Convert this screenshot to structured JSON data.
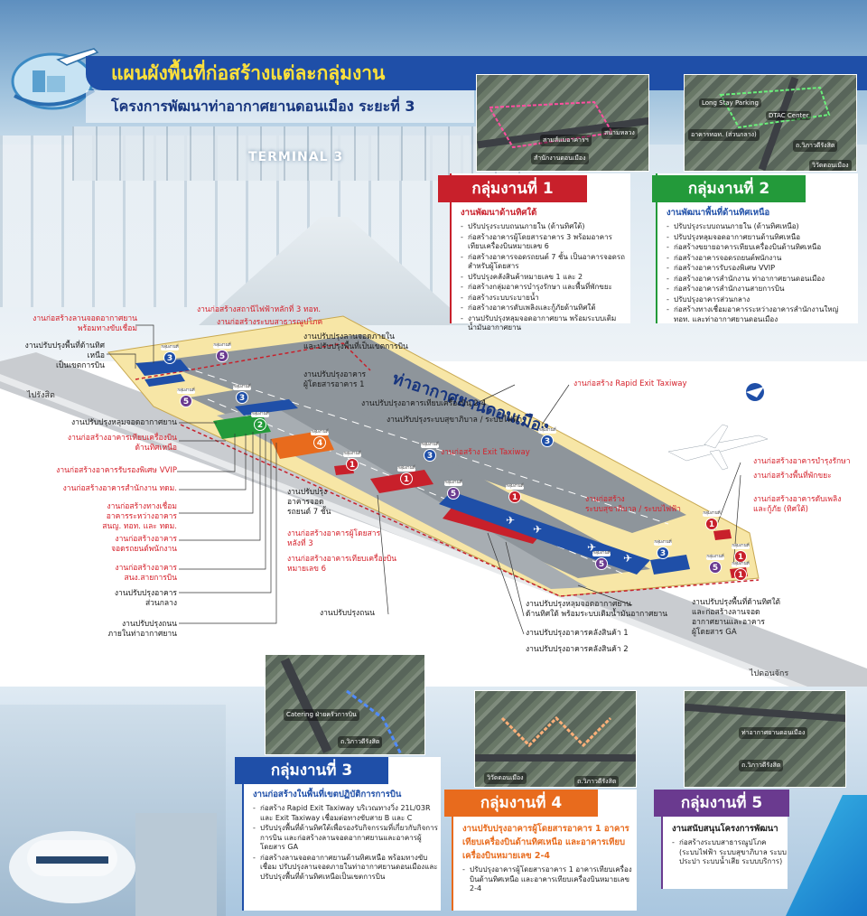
{
  "header": {
    "title": "แผนผังพื้นที่ก่อสร้างแต่ละกลุ่มงาน",
    "subtitle": "โครงการพัฒนาท่าอากาศยานดอนเมือง ระยะที่ 3",
    "terminal_label": "TERMINAL 3"
  },
  "colors": {
    "group1": "#c8202b",
    "group2": "#239a3a",
    "group3": "#1f4fa8",
    "group4": "#e86b1d",
    "group5": "#6a3a8f",
    "title_bar": "#1f4fa8",
    "title_text": "#ffe13a"
  },
  "groups": [
    {
      "heading": "กลุ่มงานที่ 1",
      "subheading": "งานพัฒนาด้านทิศใต้",
      "photo_labels": [
        "สามส์แมอาคารฯ",
        "สนามหลวง",
        "สำนักงานดอนเมือง"
      ],
      "items": [
        "ปรับปรุงระบบถนนภายใน (ด้านทิศใต้)",
        "ก่อสร้างอาคารผู้โดยสารอาคาร 3 พร้อมอาคารเทียบเครื่องบินหมายเลข 6",
        "ก่อสร้างอาคารจอดรถยนต์ 7 ชั้น เป็นอาคารจอดรถสำหรับผู้โดยสาร",
        "ปรับปรุงคลังสินค้าหมายเลข 1 และ 2",
        "ก่อสร้างกลุ่มอาคารบำรุงรักษา และพื้นที่พักขยะ",
        "ก่อสร้างระบบระบายน้ำ",
        "ก่อสร้างอาคารดับเพลิงและกู้ภัยด้านทิศใต้",
        "งานปรับปรุงหลุมจอดอากาศยาน พร้อมระบบเติมน้ำมันอากาศยาน"
      ]
    },
    {
      "heading": "กลุ่มงานที่ 2",
      "subheading": "งานพัฒนาพื้นที่ด้านทิศเหนือ",
      "photo_labels": [
        "Long Stay Parking",
        "DTAC Center",
        "อาคารทอท. (ส่วนกลาง)",
        "ถ.วิภาวดีรังสิต",
        "วิวัดดอนเมือง"
      ],
      "items": [
        "ปรับปรุงระบบถนนภายใน (ด้านทิศเหนือ)",
        "ปรับปรุงหลุมจอดอากาศยานด้านทิศเหนือ",
        "ก่อสร้างขยายอาคารเทียบเครื่องบินด้านทิศเหนือ",
        "ก่อสร้างอาคารจอดรถยนต์พนักงาน",
        "ก่อสร้างอาคารรับรองพิเศษ VVIP",
        "ก่อสร้างอาคารสำนักงาน ท่าอากาศยานดอนเมือง",
        "ก่อสร้างอาคารสำนักงานสายการบิน",
        "ปรับปรุงอาคารส่วนกลาง",
        "ก่อสร้างทางเชื่อมอาคารระหว่างอาคารสำนักงานใหญ่ ทอท. และท่าอากาศยานดอนเมือง"
      ]
    },
    {
      "heading": "กลุ่มงานที่ 3",
      "subheading": "งานก่อสร้างในพื้นที่เขตปฏิบัติการการบิน",
      "photo_labels": [
        "Catering ฝ่ายครัวการบิน",
        "ถ.วิภาวดีรังสิต"
      ],
      "items": [
        "ก่อสร้าง Rapid Exit Taxiway บริเวณทางวิ่ง 21L/03R และ Exit Taxiway เชื่อมต่อทางขับสาย B และ C",
        "ปรับปรุงพื้นที่ด้านทิศใต้เพื่อรองรับกิจกรรมที่เกี่ยวกับกิจการการบิน และก่อสร้างลานจอดอากาศยานและอาคารผู้โดยสาร GA",
        "ก่อสร้างลานจอดอากาศยานด้านทิศเหนือ พร้อมทางขับเชื่อม ปรับปรุงลานจอดภายในท่าอากาศยานดอนเมืองและปรับปรุงพื้นที่ด้านทิศเหนือเป็นเขตการบิน"
      ]
    },
    {
      "heading": "กลุ่มงานที่ 4",
      "subheading": "งานปรับปรุงอาคารผู้โดยสารอาคาร 1 อาคารเทียบเครื่องบินด้านทิศเหนือ และอาคารเทียบเครื่องบินหมายเลข 2-4",
      "photo_labels": [
        "วิวัดดอนเมือง",
        "ถ.วิภาวดีรังสิต"
      ],
      "items": [
        "ปรับปรุงอาคารผู้โดยสารอาคาร 1 อาคารเทียบเครื่องบินด้านทิศเหนือ และอาคารเทียบเครื่องบินหมายเลข 2-4"
      ]
    },
    {
      "heading": "กลุ่มงานที่ 5",
      "subheading": "งานสนับสนุนโครงการพัฒนา",
      "photo_labels": [
        "ท่าอากาศยานดอนเมือง",
        "ถ.วิภาวดีรังสิต"
      ],
      "items": [
        "ก่อสร้างระบบสาธารณูปโภค (ระบบไฟฟ้า ระบบสุขาภิบาล ระบบประปา ระบบน้ำเสีย ระบบบริการ)"
      ]
    }
  ],
  "map": {
    "airport_name": "ท่าอากาศยานดอนเมือง",
    "road_left": "ไปรังสิต",
    "road_right": "ไปดอนจักร",
    "pin_caption": "กลุ่มงานที่",
    "left_labels": [
      {
        "text": "งานก่อสร้างลานจอดอากาศยาน\nพร้อมทางขับเชื่อม",
        "color": "red"
      },
      {
        "text": "งานปรับปรุงพื้นที่ด้านทิศเหนือ\nเป็นเขตการบิน",
        "color": "dark"
      },
      {
        "text": "งานปรับปรุงหลุมจอดอากาศยาน",
        "color": "dark"
      },
      {
        "text": "งานก่อสร้างอาคารเทียบเครื่องบิน\nด้านทิศเหนือ",
        "color": "red"
      },
      {
        "text": "งานก่อสร้างอาคารรับรองพิเศษ VVIP",
        "color": "red"
      },
      {
        "text": "งานก่อสร้างอาคารสำนักงาน ทดม.",
        "color": "red"
      },
      {
        "text": "งานก่อสร้างทางเชื่อม\nอาคารระหว่างอาคาร\nสนญ. ทอท. และ ทดม.",
        "color": "red"
      },
      {
        "text": "งานก่อสร้างอาคาร\nจอดรถยนต์พนักงาน",
        "color": "red"
      },
      {
        "text": "งานก่อสร้างอาคาร\nสนง.สายการบิน",
        "color": "red"
      },
      {
        "text": "งานปรับปรุงอาคาร\nส่วนกลาง",
        "color": "dark"
      },
      {
        "text": "งานปรับปรุงถนน\nภายในท่าอากาศยาน",
        "color": "dark"
      }
    ],
    "top_labels": [
      {
        "text": "งานก่อสร้างสถานีไฟฟ้าหลักที่ 3 ทอท.",
        "color": "red"
      },
      {
        "text": "งานก่อสร้างระบบสาธารณูปโภค",
        "color": "red"
      },
      {
        "text": "งานปรับปรุงลานจอดภายใน\nและปรับปรุงพื้นที่เป็นเขตการบิน",
        "color": "dark"
      },
      {
        "text": "งานปรับปรุงอาคาร\nผู้โดยสารอาคาร 1",
        "color": "dark"
      },
      {
        "text": "งานปรับปรุงอาคารเทียบเครื่องบิน 2-4",
        "color": "dark"
      },
      {
        "text": "งานปรับปรุงระบบสุขาภิบาล / ระบบไฟฟ้า",
        "color": "dark"
      },
      {
        "text": "งานก่อสร้าง Rapid Exit Taxiway",
        "color": "red"
      },
      {
        "text": "งานก่อสร้าง Exit Taxiway",
        "color": "red"
      }
    ],
    "center_labels": [
      {
        "text": "งานปรับปรุง\nอาคารจอด\nรถยนต์ 7 ชั้น",
        "color": "dark"
      },
      {
        "text": "งานก่อสร้างอาคารผู้โดยสาร\nหลังที่ 3",
        "color": "red"
      },
      {
        "text": "งานก่อสร้างอาคารเทียบเครื่องบิน\nหมายเลข 6",
        "color": "red"
      },
      {
        "text": "งานก่อสร้าง\nระบบสุขาภิบาล / ระบบไฟฟ้า",
        "color": "red"
      },
      {
        "text": "งานปรับปรุงถนน",
        "color": "dark"
      }
    ],
    "right_labels": [
      {
        "text": "งานก่อสร้างอาคารบำรุงรักษา",
        "color": "red"
      },
      {
        "text": "งานก่อสร้างพื้นที่พักขยะ",
        "color": "red"
      },
      {
        "text": "งานก่อสร้างอาคารดับเพลิง\nและกู้ภัย (ทิศใต้)",
        "color": "red"
      },
      {
        "text": "งานปรับปรุงพื้นที่ด้านทิศใต้\nและก่อสร้างลานจอด\nอากาศยานและอาคาร\nผู้โดยสาร GA",
        "color": "dark"
      }
    ],
    "bottom_labels": [
      {
        "text": "งานปรับปรุงหลุมจอดอากาศยาน\nด้านทิศใต้ พร้อมระบบเติมน้ำมันอากาศยาน",
        "color": "dark"
      },
      {
        "text": "งานปรับปรุงอาคารคลังสินค้า 1",
        "color": "dark"
      },
      {
        "text": "งานปรับปรุงอาคารคลังสินค้า 2",
        "color": "dark"
      }
    ],
    "pins": [
      {
        "group": "3",
        "color": "#1f4fa8"
      },
      {
        "group": "5",
        "color": "#6a3a8f"
      },
      {
        "group": "5",
        "color": "#6a3a8f"
      },
      {
        "group": "3",
        "color": "#1f4fa8"
      },
      {
        "group": "2",
        "color": "#239a3a"
      },
      {
        "group": "4",
        "color": "#e86b1d"
      },
      {
        "group": "1",
        "color": "#c8202b"
      },
      {
        "group": "3",
        "color": "#1f4fa8"
      },
      {
        "group": "1",
        "color": "#c8202b"
      },
      {
        "group": "5",
        "color": "#6a3a8f"
      },
      {
        "group": "1",
        "color": "#c8202b"
      },
      {
        "group": "3",
        "color": "#1f4fa8"
      },
      {
        "group": "1",
        "color": "#c8202b"
      },
      {
        "group": "1",
        "color": "#c8202b"
      },
      {
        "group": "3",
        "color": "#1f4fa8"
      },
      {
        "group": "5",
        "color": "#6a3a8f"
      },
      {
        "group": "5",
        "color": "#6a3a8f"
      },
      {
        "group": "1",
        "color": "#c8202b"
      }
    ]
  }
}
